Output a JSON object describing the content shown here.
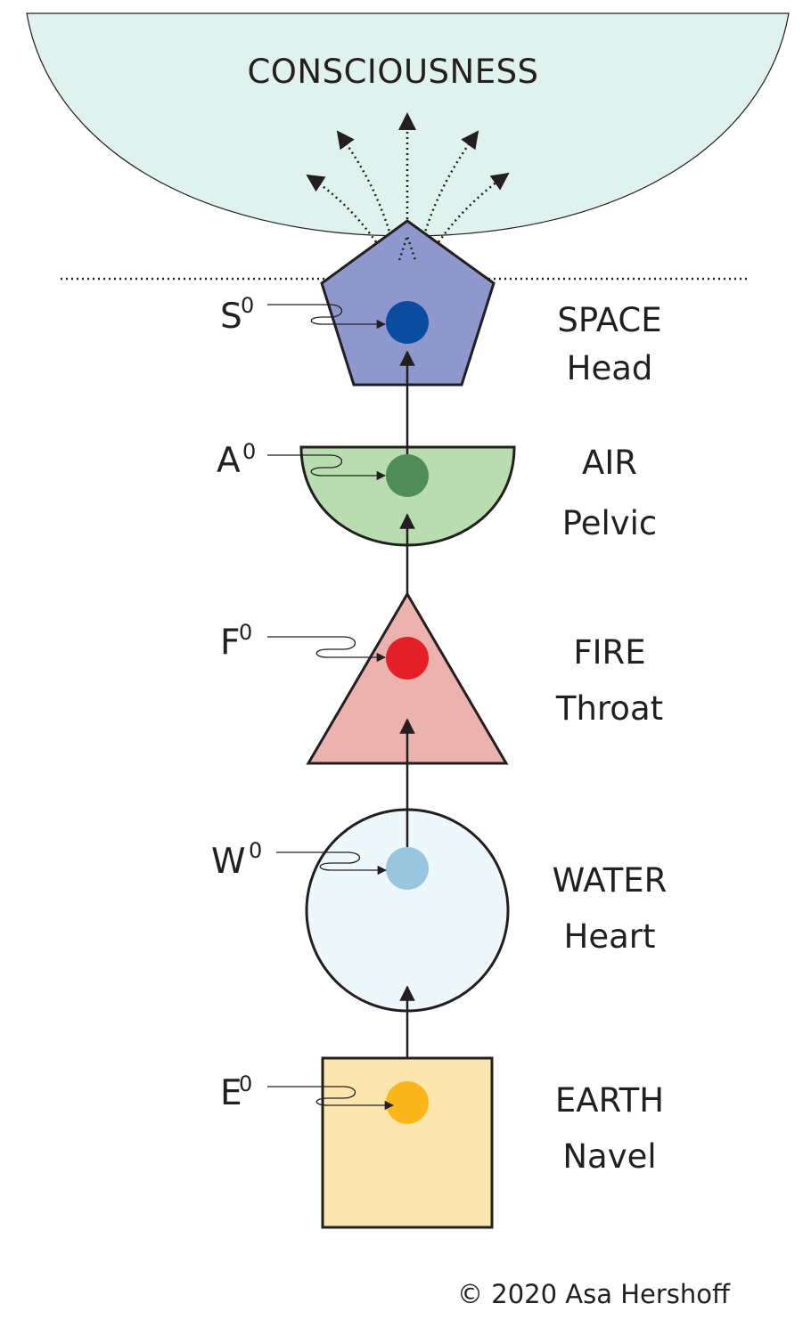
{
  "title": "CONSCIOUSNESS",
  "levels": [
    {
      "symbol": "S",
      "superscript": "0",
      "element": "SPACE",
      "body_part": "Head",
      "shape": "pentagon",
      "fill": "#8e98cd",
      "dot": "#0a4c9f"
    },
    {
      "symbol": "A",
      "superscript": "0",
      "element": "AIR",
      "body_part": "Pelvic",
      "shape": "half-circle",
      "fill": "#b9dcb0",
      "dot": "#4f8c5a"
    },
    {
      "symbol": "F",
      "superscript": "0",
      "element": "FIRE",
      "body_part": "Throat",
      "shape": "triangle",
      "fill": "#ecb3ae",
      "dot": "#e32027"
    },
    {
      "symbol": "W",
      "superscript": "0",
      "element": "WATER",
      "body_part": "Heart",
      "shape": "circle",
      "fill": "#eef7f9",
      "dot": "#9ac5de"
    },
    {
      "symbol": "E",
      "superscript": "0",
      "element": "EARTH",
      "body_part": "Navel",
      "shape": "square",
      "fill": "#fbe6ae",
      "dot": "#fbb61a"
    }
  ],
  "colors": {
    "consciousness_fill": "#dff2ee",
    "line": "#231f20"
  },
  "copyright": "© 2020 Asa Hershoff"
}
